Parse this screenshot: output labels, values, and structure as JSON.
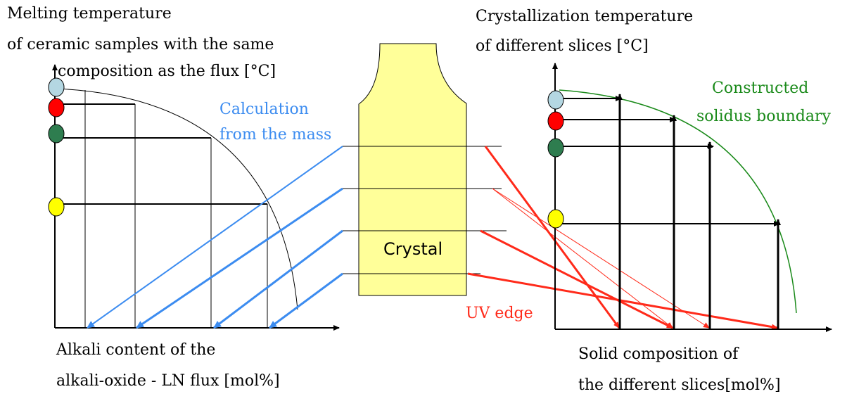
{
  "left_panel": {
    "title_lines": [
      "Melting temperature",
      "of ceramic samples with the same",
      "composition as the flux [°C]"
    ],
    "xlabel_lines": [
      "Alkali content of the",
      "alkali-oxide - LN flux [mol%]"
    ]
  },
  "center": {
    "calc_lines": [
      "Calculation",
      "from the mass"
    ],
    "crystal_label": "Crystal",
    "uv_label": "UV edge"
  },
  "right_panel": {
    "title_lines": [
      "Crystallization temperature",
      "of different slices [°C]"
    ],
    "boundary_lines": [
      "Constructed",
      "solidus boundary"
    ],
    "xlabel_lines": [
      "Solid composition of",
      "the different slices[mol%]"
    ]
  },
  "markers": [
    {
      "name": "light-blue-marker",
      "color": "#b4d7e2"
    },
    {
      "name": "red-marker",
      "color": "#ff0000"
    },
    {
      "name": "green-marker",
      "color": "#2e7d4f"
    },
    {
      "name": "yellow-marker",
      "color": "#ffff00"
    }
  ],
  "colors": {
    "blue_arrow": "#3c8cf0",
    "red_arrow": "#ff2a1a",
    "solidus_curve": "#1a8a1a",
    "crystal_fill": "#ffff99"
  }
}
